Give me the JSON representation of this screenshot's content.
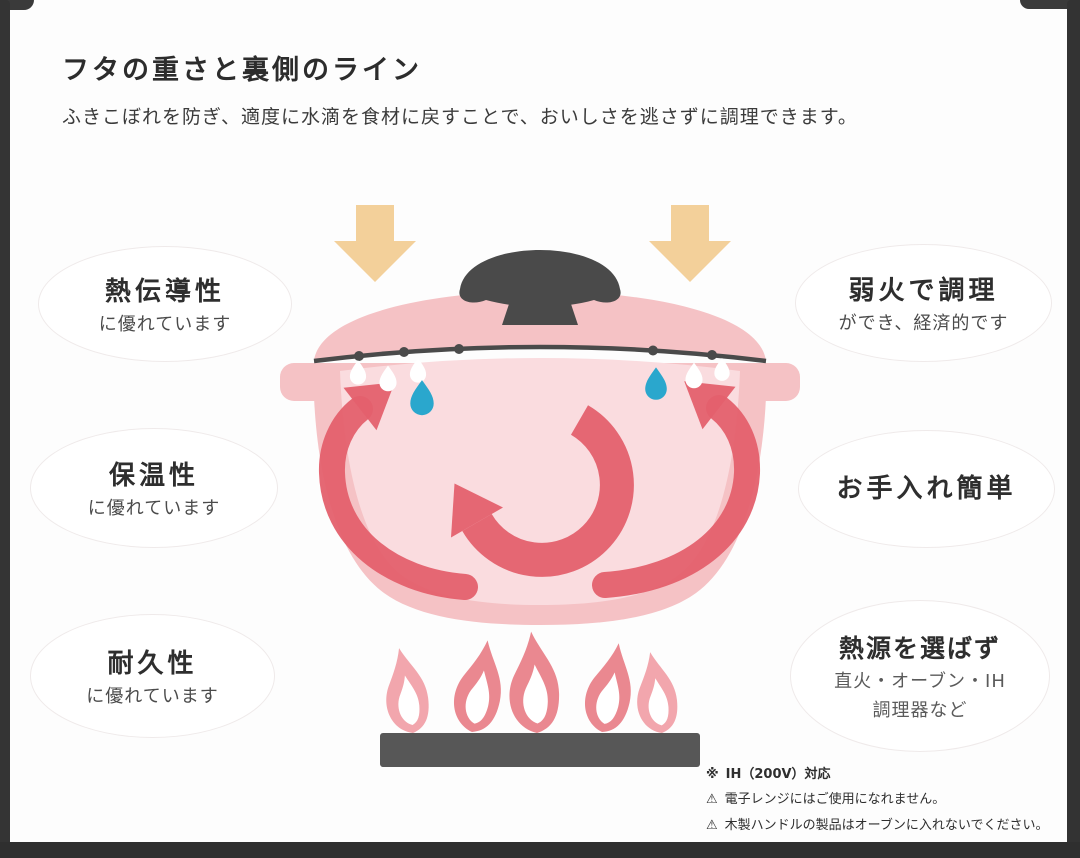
{
  "header": {
    "title": "フタの重さと裏側のライン",
    "subtitle": "ふきこぼれを防ぎ、適度に水滴を食材に戻すことで、おいしさを逃さずに調理できます。"
  },
  "features_left": [
    {
      "heading": "熱伝導性",
      "line1": "に優れています"
    },
    {
      "heading": "保温性",
      "line1": "に優れています"
    },
    {
      "heading": "耐久性",
      "line1": "に優れています"
    }
  ],
  "features_right": [
    {
      "heading": "弱火で調理",
      "line1": "ができ、経済的です"
    },
    {
      "heading": "お手入れ簡単",
      "line1": ""
    },
    {
      "heading": "熱源を選ばず",
      "line1": "直火・オーブン・IH",
      "line2": "調理器など"
    }
  ],
  "notes": [
    {
      "marker": "※",
      "text": "IH（200V）対応"
    },
    {
      "marker": "⚠",
      "text": "電子レンジにはご使用になれません。"
    },
    {
      "marker": "⚠",
      "text": "木製ハンドルの製品はオーブンに入れないでください。"
    }
  ],
  "colors": {
    "pot_pink": "#f5c2c5",
    "pot_inner_pink": "#fadcdf",
    "arrow_red": "#e4606d",
    "steam_yellow": "#f3d09a",
    "droplet_blue": "#2aa7cd",
    "droplet_white": "#ffffff",
    "dark": "#4a4a4a",
    "burner_gray": "#575757",
    "flame_pink": "#ea8890",
    "flame_light": "#f2a6ad",
    "flame_core": "#ffffff"
  }
}
